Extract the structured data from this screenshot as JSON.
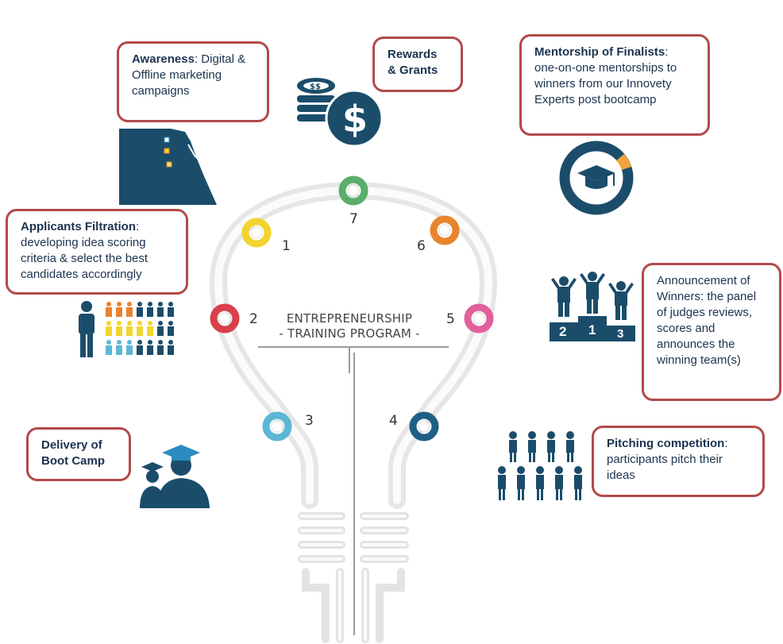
{
  "title": {
    "line1": "ENTREPRENEURSHIP",
    "line2": "- TRAINING PROGRAM -"
  },
  "steps": [
    {
      "number": "1",
      "color": "#f2d42e"
    },
    {
      "number": "2",
      "color": "#d8404a"
    },
    {
      "number": "3",
      "color": "#5bb7d5"
    },
    {
      "number": "4",
      "color": "#1f5f86"
    },
    {
      "number": "5",
      "color": "#e0609a"
    },
    {
      "number": "6",
      "color": "#e8832e"
    },
    {
      "number": "7",
      "color": "#5aad6a"
    }
  ],
  "boxes": {
    "awareness": {
      "heading": "Awareness",
      "text": ": Digital & Offline marketing campaigns"
    },
    "rewards": {
      "heading": "Rewards & Grants",
      "text": ""
    },
    "mentorship": {
      "heading": "Mentorship of Finalists",
      "text": ": one-on-one mentorships to winners from our Innovety Experts post bootcamp"
    },
    "filtration": {
      "heading": "Applicants Filtration",
      "text": ": developing idea scoring criteria & select the best candidates accordingly"
    },
    "announcement": {
      "heading": "",
      "text": "Announcement of Winners: the panel of judges reviews, scores and announces the winning team(s)"
    },
    "bootcamp": {
      "heading": "Delivery of Boot Camp",
      "text": ""
    },
    "pitching": {
      "heading": "Pitching competition",
      "text": ": participants pitch their ideas"
    }
  },
  "podium": {
    "first": "1",
    "second": "2",
    "third": "3"
  },
  "colors": {
    "accent_border": "#b24a4a",
    "icon_navy": "#1b4d6b",
    "bulb": "#e9e9e9"
  }
}
